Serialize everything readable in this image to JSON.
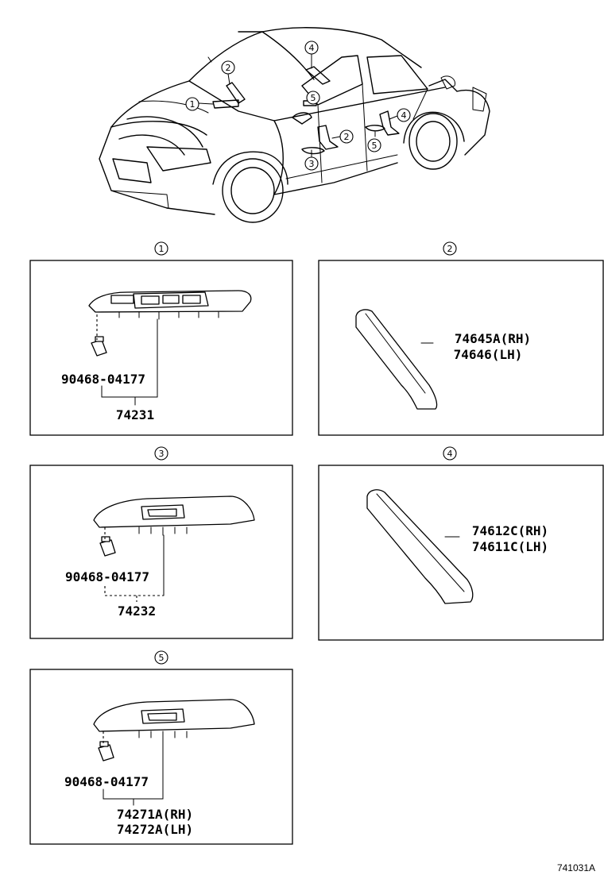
{
  "car_callouts": [
    "1",
    "2",
    "3",
    "4",
    "5",
    "2",
    "4",
    "5"
  ],
  "panels": [
    {
      "number": "1",
      "lines": [
        "90468-04177",
        "74231"
      ]
    },
    {
      "number": "2",
      "lines": [
        "74645A(RH)",
        "74646(LH)"
      ]
    },
    {
      "number": "3",
      "lines": [
        "90468-04177",
        "74232"
      ]
    },
    {
      "number": "4",
      "lines": [
        "74612C(RH)",
        "74611C(LH)"
      ]
    },
    {
      "number": "5",
      "lines": [
        "90468-04177",
        "74271A(RH)",
        "74272A(LH)"
      ]
    }
  ],
  "drawing_code": "741031A"
}
